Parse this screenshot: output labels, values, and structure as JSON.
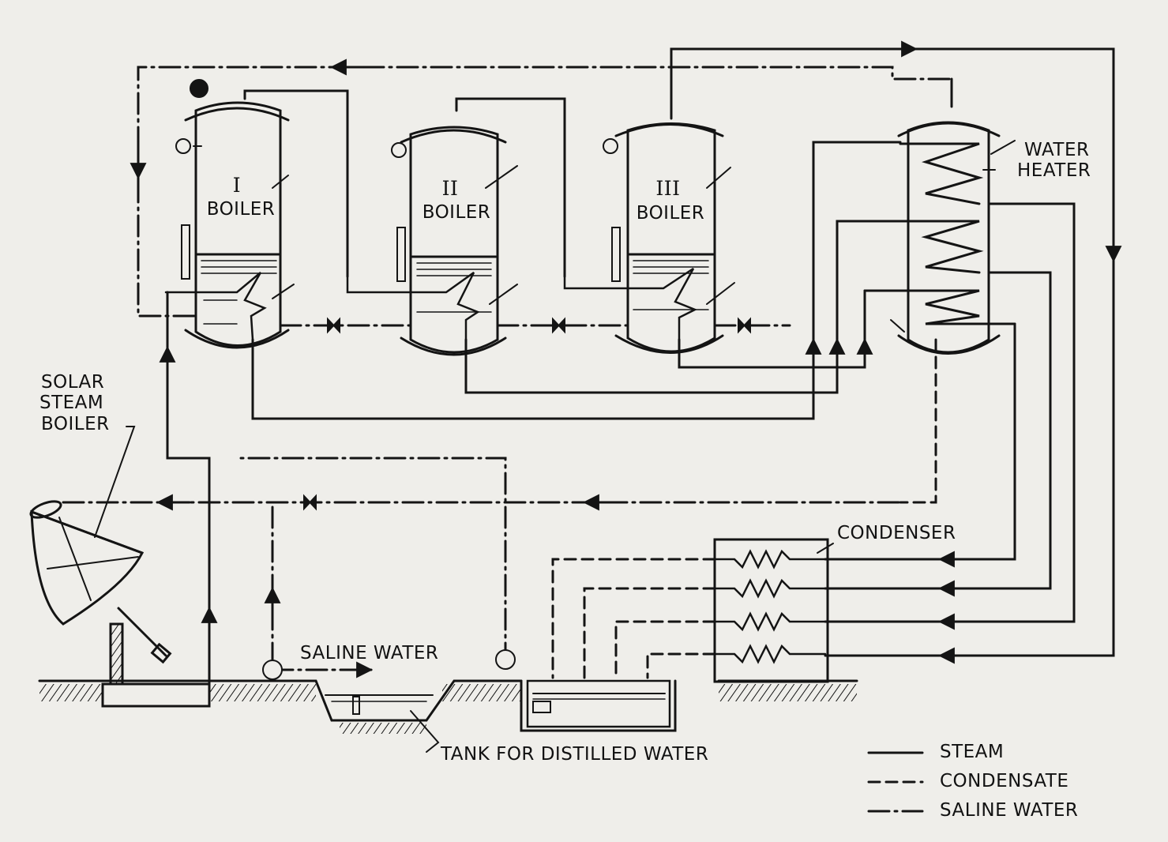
{
  "labels": {
    "boiler_1_number": "I",
    "boiler_1_name": "BOILER",
    "boiler_2_number": "II",
    "boiler_2_name": "BOILER",
    "boiler_3_number": "III",
    "boiler_3_name": "BOILER",
    "water_heater_line1": "WATER",
    "water_heater_line2": "HEATER",
    "solar_line1": "SOLAR",
    "solar_line2": "STEAM",
    "solar_line3": "BOILER",
    "condenser": "CONDENSER",
    "saline_water": "SALINE WATER",
    "tank": "TANK FOR DISTILLED WATER"
  },
  "legend": {
    "items": [
      {
        "label": "STEAM",
        "style": "solid"
      },
      {
        "label": "CONDENSATE",
        "style": "dashed"
      },
      {
        "label": "SALINE WATER",
        "style": "dash-dot"
      }
    ]
  },
  "colors": {
    "ink": "#141414",
    "paper": "#efeeea",
    "bleed": "#c8c7c2"
  }
}
